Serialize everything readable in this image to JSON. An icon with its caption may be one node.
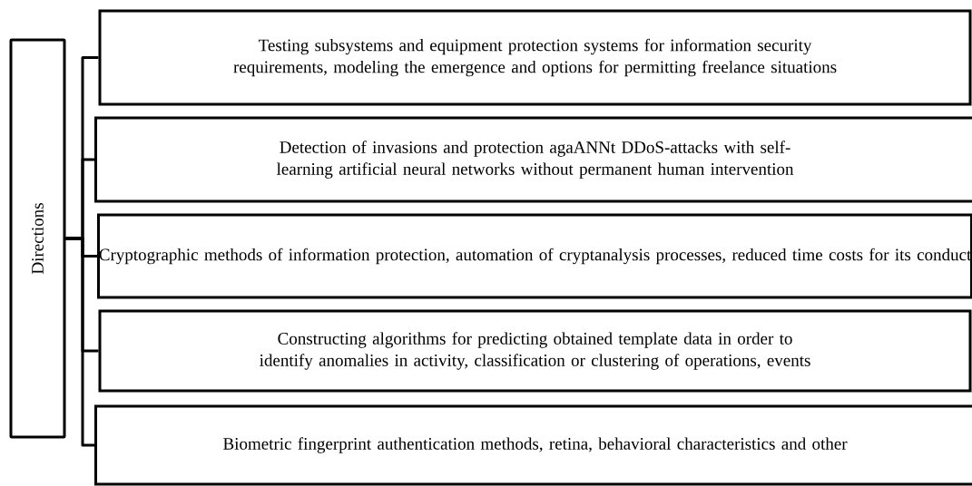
{
  "diagram": {
    "nodes": [
      {
        "text": [
          "Directions"
        ]
      },
      {
        "text": [
          "Testing subsystems and equipment protection systems for information security requirements, modeling the emergence and options for permitting freelance situations"
        ]
      },
      {
        "text": [
          "Detection of invasions and protection agaANNt DDoS-attacks with self-learning artificial neural networks without permanent human intervention"
        ]
      },
      {
        "text": [
          "Cryptographic methods of information protection, automation of cryptanalysis processes, reduced time costs for its conduct"
        ]
      },
      {
        "text": [
          "Constructing algorithms for predicting obtained template data in order to identify anomalies in activity, classification or clustering of operations, events"
        ]
      },
      {
        "text": [
          "Biometric fingerprint authentication methods, retina, behavioral characteristics and other"
        ]
      }
    ],
    "edges": [
      {
        "from": 0,
        "to": 1,
        "arrow": "none"
      },
      {
        "from": 0,
        "to": 2,
        "arrow": "none"
      },
      {
        "from": 0,
        "to": 3,
        "arrow": "none"
      },
      {
        "from": 0,
        "to": 4,
        "arrow": "none"
      },
      {
        "from": 0,
        "to": 5,
        "arrow": "none"
      }
    ]
  }
}
